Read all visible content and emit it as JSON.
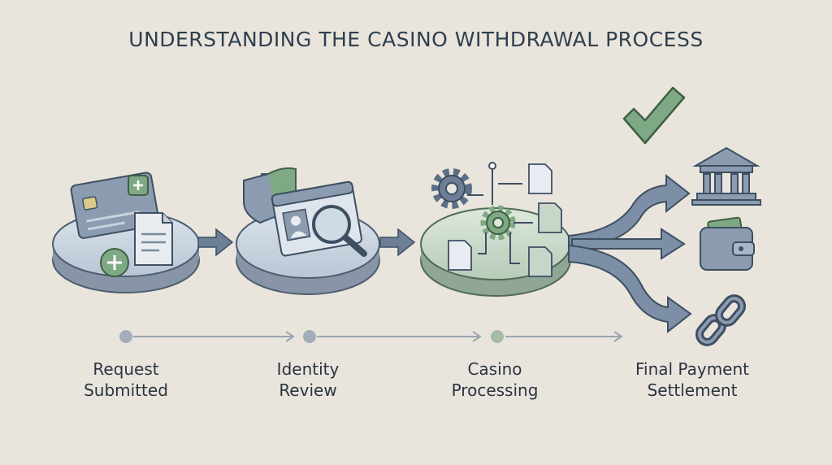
{
  "title": "UNDERSTANDING THE CASINO WITHDRAWAL PROCESS",
  "steps": [
    {
      "line1": "Request",
      "line2": "Submitted"
    },
    {
      "line1": "Identity",
      "line2": "Review"
    },
    {
      "line1": "Casino",
      "line2": "Processing"
    },
    {
      "line1": "Final Payment",
      "line2": "Settlement"
    }
  ],
  "colors": {
    "background": "#e9e5dc",
    "slate": "#5c6f86",
    "blue_disc": "#c5d0dc",
    "green_disc": "#c7d6c8",
    "green": "#7fa985",
    "dark": "#2f3f4f"
  },
  "icons": [
    "credit-card-icon",
    "document-icon",
    "plus-icon",
    "shield-icon",
    "id-card-icon",
    "magnifier-icon",
    "gear-icon",
    "checkmark-icon",
    "bank-icon",
    "wallet-icon",
    "chain-link-icon"
  ]
}
